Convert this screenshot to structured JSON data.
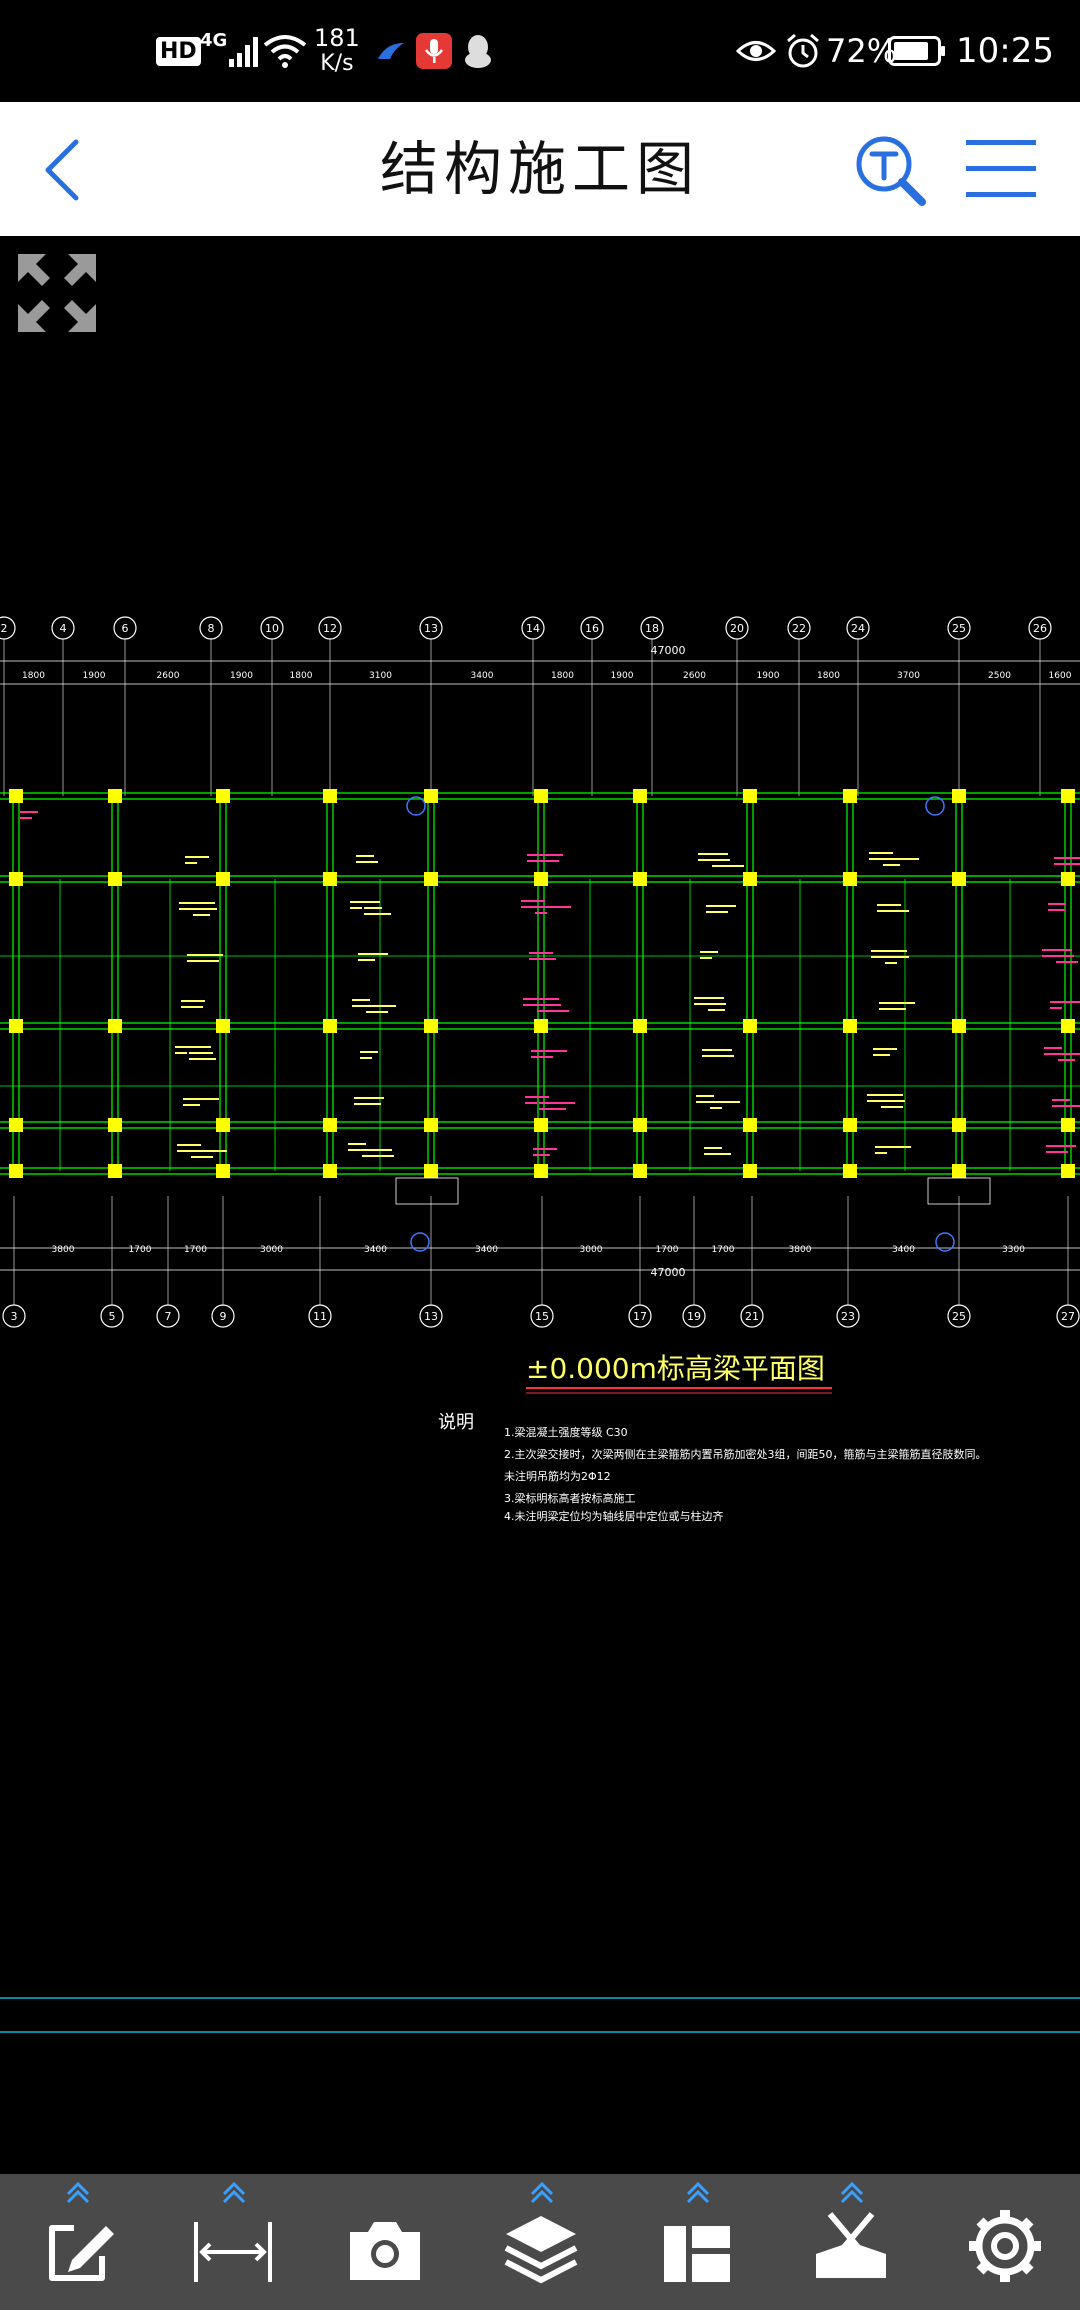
{
  "status_bar": {
    "hd": "HD",
    "network": "4G",
    "speed_value": "181",
    "speed_unit": "K/s",
    "battery": "72%",
    "time": "10:25"
  },
  "app_bar": {
    "title": "结构施工图"
  },
  "drawing": {
    "title": "±0.000m标高梁平面图",
    "notes_heading": "说明",
    "notes": [
      "1.梁混凝土强度等级    C30",
      "2.主次梁交接时，次梁两侧在主梁箍筋内置吊筋加密处3组，间距50，箍筋与主梁箍筋直径肢数同。",
      "  未注明吊筋均为2Φ12",
      "3.梁标明标高者按标高施工",
      "4.未注明梁定位均为轴线居中定位或与柱边齐"
    ],
    "top_axes": [
      "2",
      "4",
      "6",
      "8",
      "10",
      "12",
      "13",
      "14",
      "16",
      "18",
      "20",
      "22",
      "24",
      "25",
      "26"
    ],
    "top_dims": [
      "1800",
      "1900",
      "2600",
      "1900",
      "1800",
      "3100",
      "3400",
      "1800",
      "1900",
      "2600",
      "1900",
      "1800",
      "3700",
      "2500",
      "1600"
    ],
    "top_total": "47000",
    "bottom_axes": [
      "3",
      "5",
      "7",
      "9",
      "11",
      "13",
      "15",
      "17",
      "19",
      "21",
      "23",
      "25",
      "27"
    ],
    "bottom_dims": [
      "3800",
      "1700",
      "1700",
      "3000",
      "3400",
      "3400",
      "3000",
      "1700",
      "1700",
      "3800",
      "3400",
      "3300"
    ],
    "bottom_total": "47000"
  },
  "colors": {
    "grid_line": "#ffffff",
    "beam": "#00ff00",
    "column": "#ffff00",
    "label_yellow": "#ffff66",
    "label_magenta": "#ff3399",
    "blue": "#4477ff",
    "cyan": "#00bcd4",
    "toolbar_bg": "#4a4a4a",
    "accent": "#2a6fe0"
  },
  "icons": {
    "back": "chevron-left-icon",
    "search": "text-search-icon",
    "menu": "hamburger-menu-icon",
    "fullscreen": "expand-arrows-icon",
    "edit": "edit-icon",
    "measure": "measure-icon",
    "camera": "camera-icon",
    "layers": "layers-icon",
    "layout": "layout-icon",
    "tools": "tools-icon",
    "settings": "gear-icon"
  }
}
